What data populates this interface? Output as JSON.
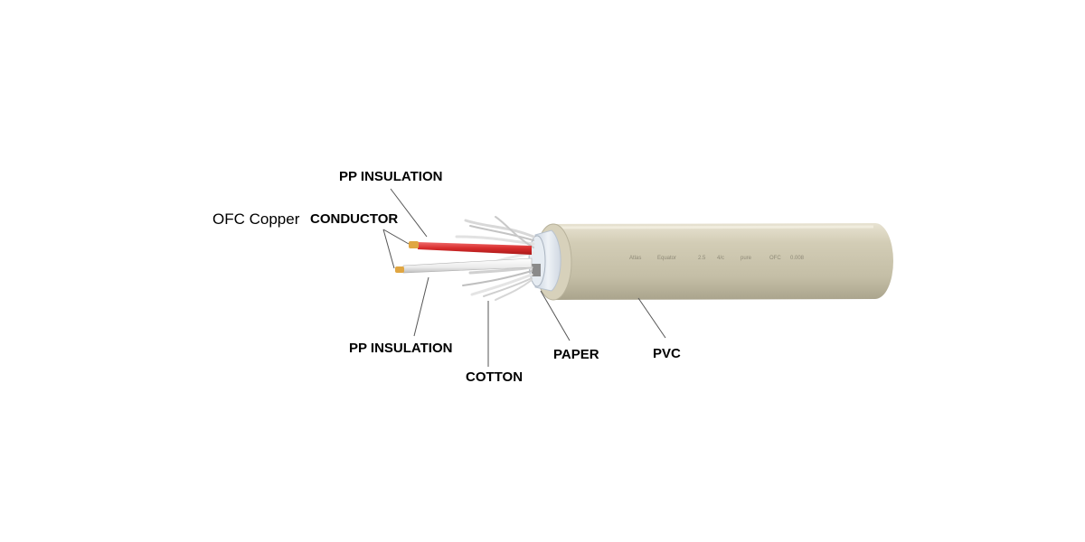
{
  "labels": {
    "pp_insulation_top": "PP INSULATION",
    "ofc_copper": "OFC Copper",
    "conductor": "CONDUCTOR",
    "pp_insulation_bottom": "PP INSULATION",
    "cotton": "COTTON",
    "paper": "PAPER",
    "pvc": "PVC"
  },
  "jacket_print": [
    "Atlas",
    "Equator",
    "2.5",
    "4/c",
    "pure",
    "OFC",
    "0.008"
  ],
  "colors": {
    "jacket": "#c9c3ab",
    "jacket_highlight": "#ece7d6",
    "jacket_shadow": "#a8a28b",
    "red_insulation": "#d62b2b",
    "white_insulation": "#f2f2f2",
    "copper": "#e0a642",
    "paper": "#dfe6ee",
    "leader_line": "#555555"
  }
}
